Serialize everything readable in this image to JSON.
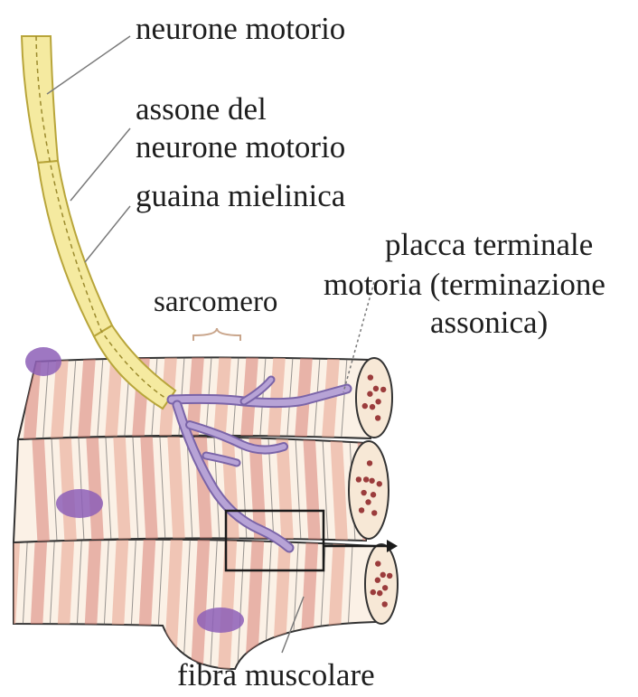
{
  "labels": {
    "motor_neuron": "neurone motorio",
    "axon_line1": "assone del",
    "axon_line2": "neurone motorio",
    "myelin": "guaina mielinica",
    "endplate_line1": "placca terminale",
    "endplate_line2": "motoria (terminazione",
    "endplate_line3": "assonica)",
    "sarcomere": "sarcomero",
    "muscle_fiber": "fibra muscolare"
  },
  "colors": {
    "nerve_fill": "#f5eaa0",
    "nerve_stroke": "#b8a53a",
    "fiber_fill": "#fbf1e6",
    "band": "#e8a08c",
    "band_alt": "#d97f74",
    "terminal": "#b7a3d6",
    "terminal_stroke": "#7a64a8",
    "nucleus": "#8d5fb7",
    "dots": "#9b3c3c"
  }
}
